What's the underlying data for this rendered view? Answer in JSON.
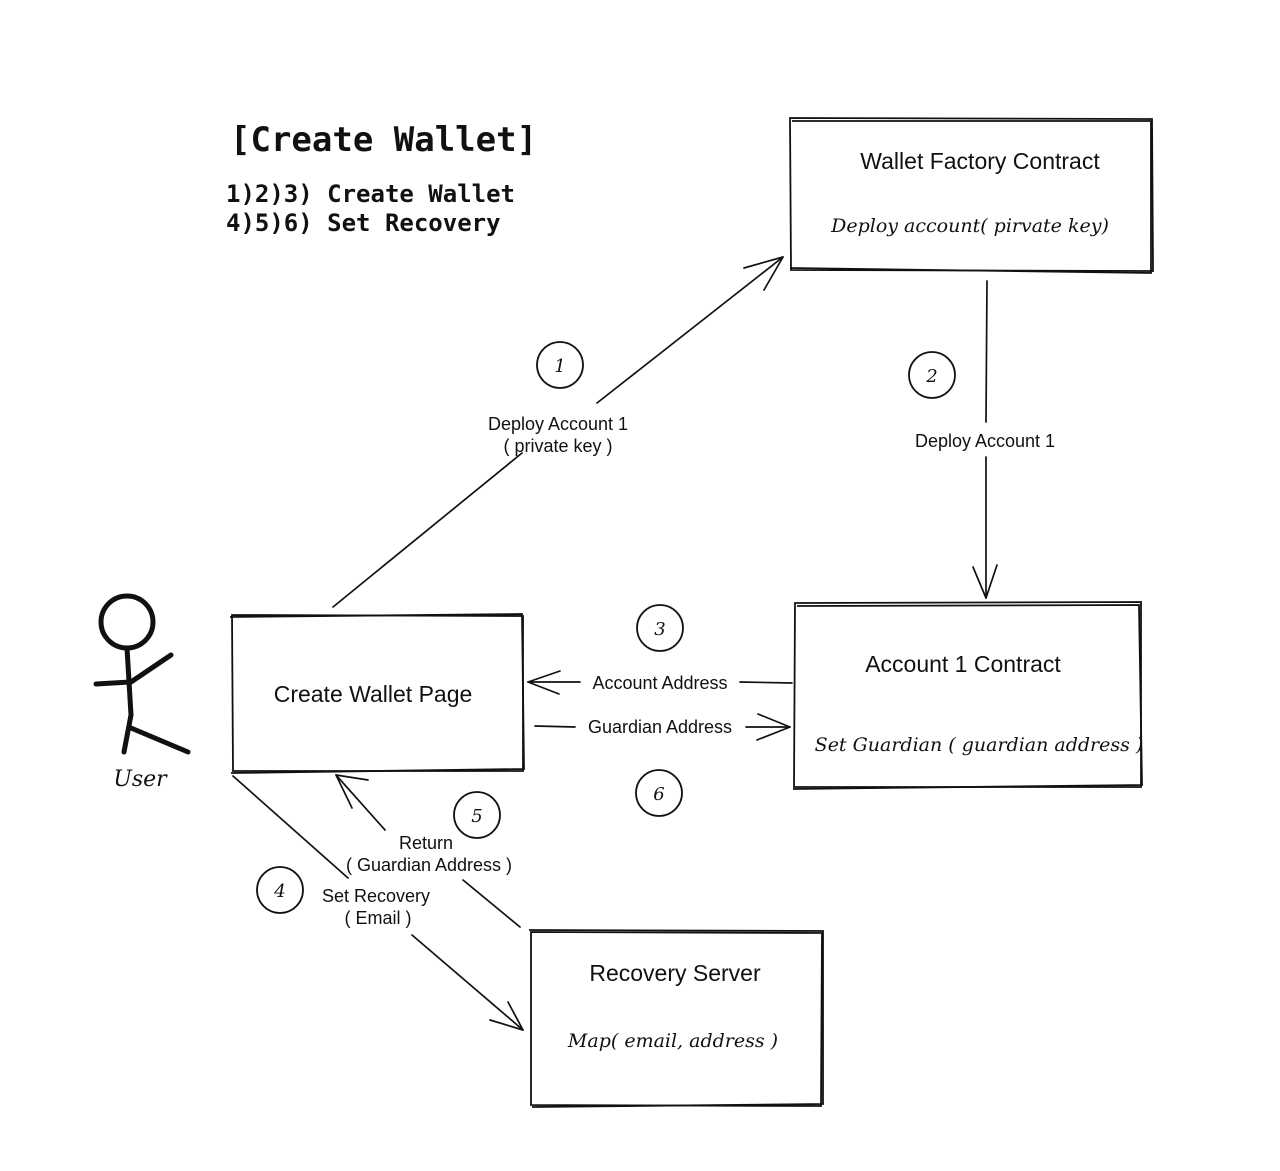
{
  "header": {
    "title": "[Create Wallet]",
    "steps": [
      "1)2)3) Create Wallet",
      "4)5)6) Set Recovery"
    ]
  },
  "nodes": {
    "factory": {
      "title": "Wallet Factory Contract",
      "method": "Deploy account( pirvate key)"
    },
    "account": {
      "title": "Account 1 Contract",
      "method": "Set Guardian ( guardian address )"
    },
    "page": {
      "title": "Create Wallet Page"
    },
    "recovery": {
      "title": "Recovery Server",
      "method": "Map( email, address )"
    },
    "user": {
      "label": "User"
    }
  },
  "edges": {
    "e1": {
      "step": "1",
      "line1": "Deploy Account 1",
      "line2": "( private key )"
    },
    "e2": {
      "step": "2",
      "line1": "Deploy Account 1"
    },
    "e3": {
      "step": "3",
      "line1": "Account Address"
    },
    "e6": {
      "step": "6",
      "line1": "Guardian Address"
    },
    "e4": {
      "step": "4",
      "line1": "Set Recovery",
      "line2": "( Email )"
    },
    "e5": {
      "step": "5",
      "line1": "Return",
      "line2": "( Guardian Address )"
    }
  }
}
